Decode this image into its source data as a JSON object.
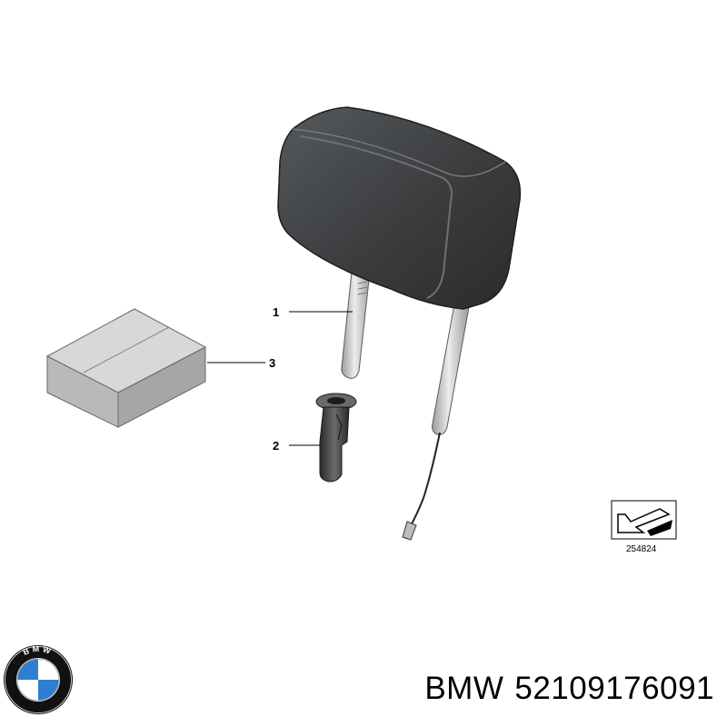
{
  "diagram": {
    "callouts": {
      "part1": "1",
      "part2": "2",
      "part3": "3"
    },
    "reference_number": "254824"
  },
  "footer": {
    "brand": "BMW",
    "part_number": "52109176091"
  },
  "logo": {
    "text": "BMW",
    "colors": {
      "blue": "#2f7fd1",
      "white": "#ffffff",
      "ring": "#111111"
    }
  },
  "colors": {
    "headrest": "#3b3d3f",
    "rod": "#d9d9d9",
    "box": "#c8c8c8"
  }
}
